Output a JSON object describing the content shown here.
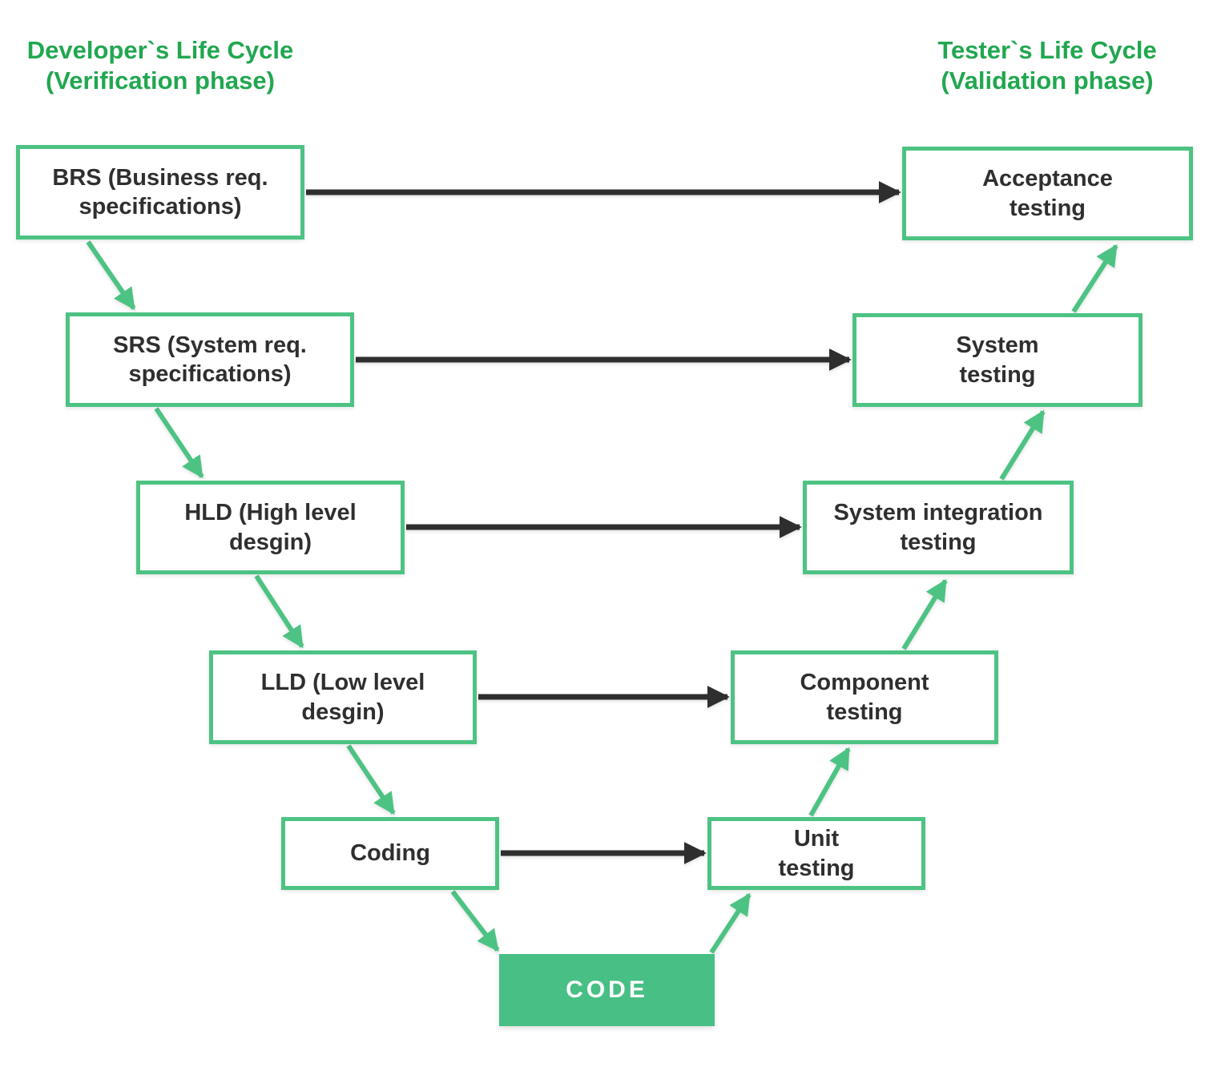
{
  "diagram": {
    "left_header": {
      "title": "Developer`s Life Cycle",
      "subtitle": "(Verification phase)"
    },
    "right_header": {
      "title": "Tester`s Life Cycle",
      "subtitle": "(Validation phase)"
    },
    "left_boxes": [
      {
        "label": "BRS (Business req.\nspecifications)"
      },
      {
        "label": "SRS (System req.\nspecifications)"
      },
      {
        "label": "HLD (High level\ndesgin)"
      },
      {
        "label": "LLD (Low level\ndesgin)"
      },
      {
        "label": "Coding"
      }
    ],
    "right_boxes": [
      {
        "label": "Acceptance\ntesting"
      },
      {
        "label": "System\ntesting"
      },
      {
        "label": "System integration\ntesting"
      },
      {
        "label": "Component\ntesting"
      },
      {
        "label": "Unit\ntesting"
      }
    ],
    "code_box": {
      "label": "CODE"
    },
    "connections": {
      "requirement_to_test": [
        {
          "from": "BRS (Business req. specifications)",
          "to": "Acceptance testing",
          "style": "black-arrow"
        },
        {
          "from": "SRS (System req. specifications)",
          "to": "System testing",
          "style": "black-arrow"
        },
        {
          "from": "HLD (High level desgin)",
          "to": "System integration testing",
          "style": "black-arrow"
        },
        {
          "from": "LLD (Low level desgin)",
          "to": "Component testing",
          "style": "black-arrow"
        },
        {
          "from": "Coding",
          "to": "Unit testing",
          "style": "black-arrow"
        }
      ],
      "verification_flow_down": [
        {
          "from": "BRS (Business req. specifications)",
          "to": "SRS (System req. specifications)",
          "style": "green-arrow"
        },
        {
          "from": "SRS (System req. specifications)",
          "to": "HLD (High level desgin)",
          "style": "green-arrow"
        },
        {
          "from": "HLD (High level desgin)",
          "to": "LLD (Low level desgin)",
          "style": "green-arrow"
        },
        {
          "from": "LLD (Low level desgin)",
          "to": "Coding",
          "style": "green-arrow"
        },
        {
          "from": "Coding",
          "to": "CODE",
          "style": "green-arrow"
        }
      ],
      "validation_flow_up": [
        {
          "from": "CODE",
          "to": "Unit testing",
          "style": "green-arrow"
        },
        {
          "from": "Unit testing",
          "to": "Component testing",
          "style": "green-arrow"
        },
        {
          "from": "Component testing",
          "to": "System integration testing",
          "style": "green-arrow"
        },
        {
          "from": "System integration testing",
          "to": "System testing",
          "style": "green-arrow"
        },
        {
          "from": "System testing",
          "to": "Acceptance testing",
          "style": "green-arrow"
        }
      ]
    }
  },
  "colors": {
    "green_accent": "#4dc383",
    "green_header": "#21a750",
    "code_fill": "#47bf85",
    "arrow_dark": "#2e2e2e",
    "text_dark": "#2f2f2f",
    "background": "#ffffff"
  }
}
